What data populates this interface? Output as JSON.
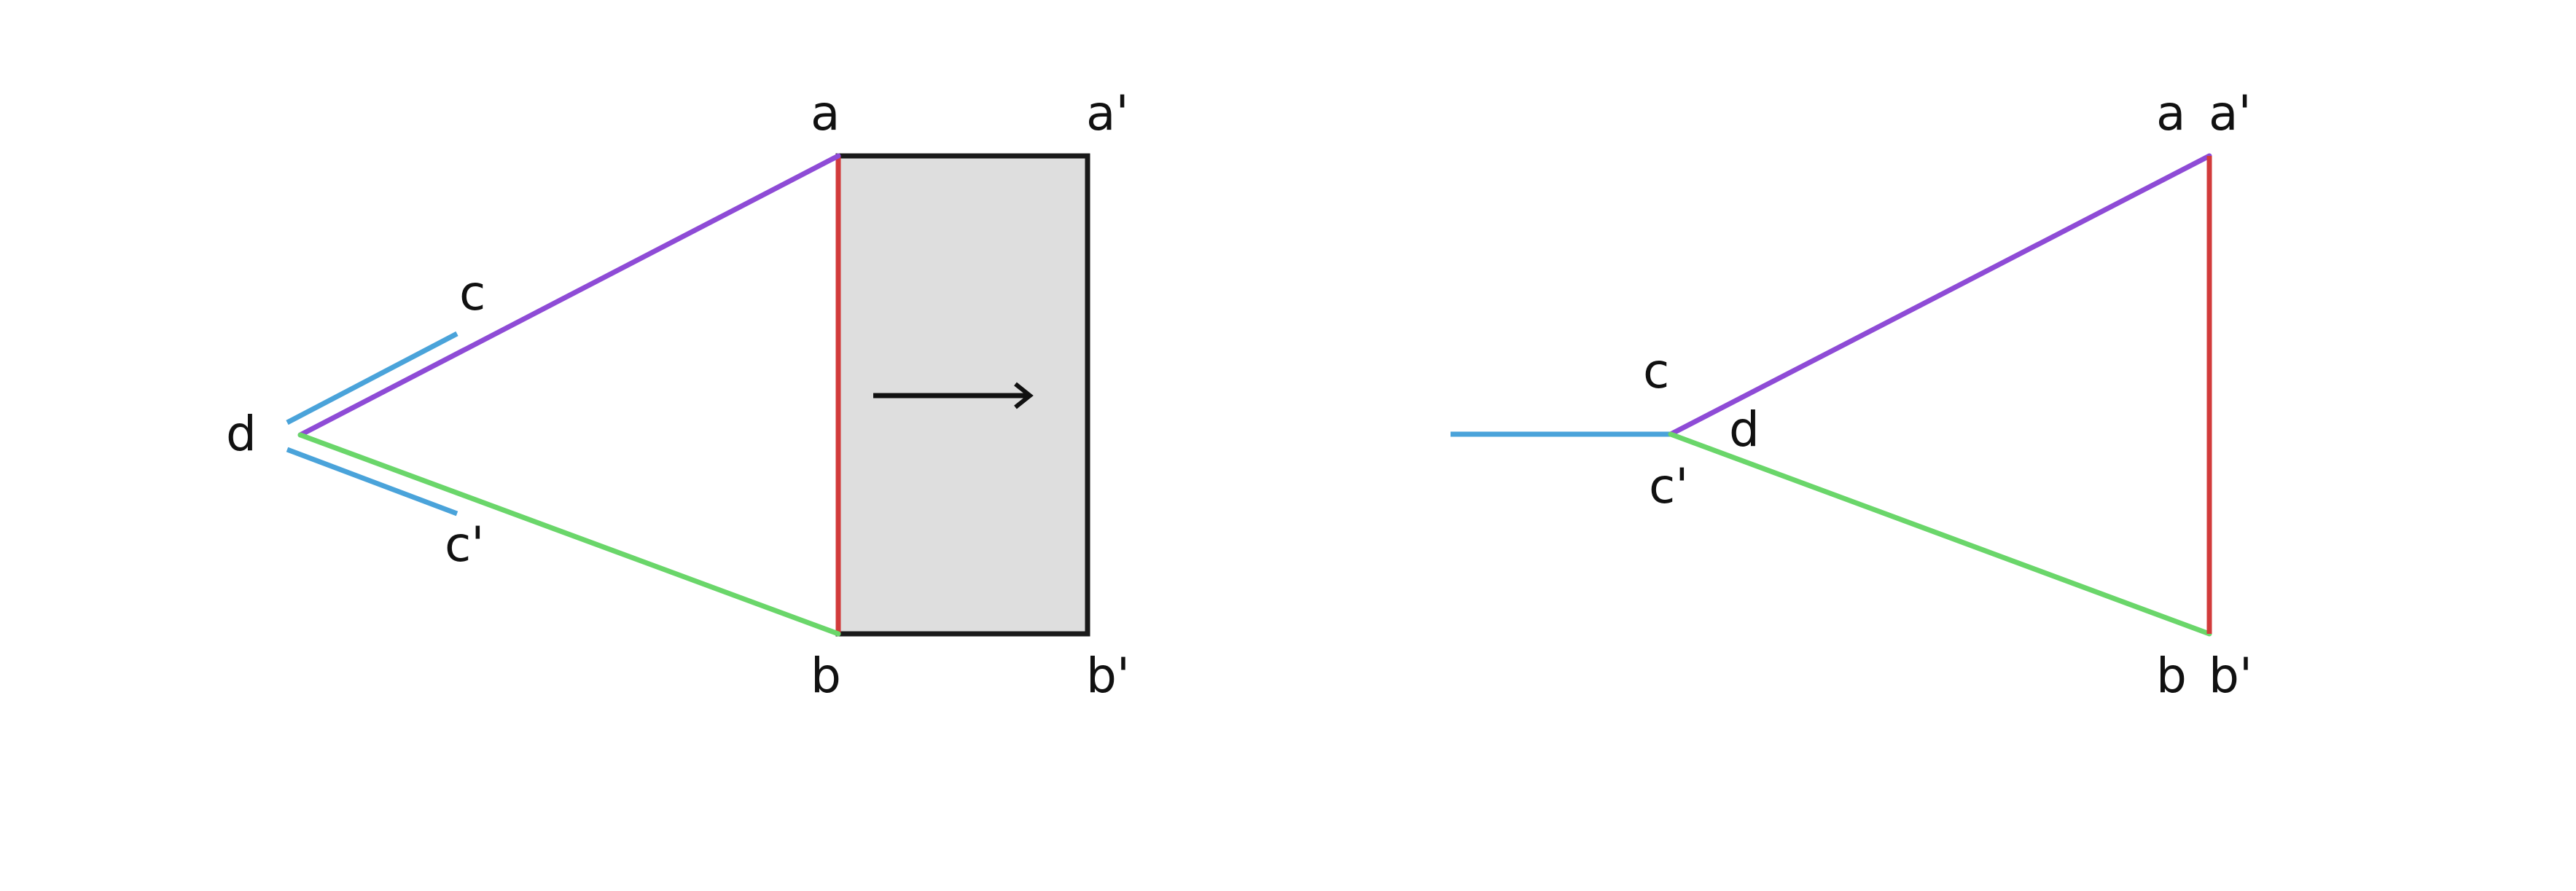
{
  "colors": {
    "background": "#ffffff",
    "purple": "#8e4bd6",
    "green": "#6ad66a",
    "blue": "#4aa3da",
    "red": "#d23b3b",
    "black": "#1a1a1a",
    "box_fill": "#dedede"
  },
  "left_figure": {
    "labels": {
      "a": "a",
      "a_prime": "a'",
      "b": "b",
      "b_prime": "b'",
      "c": "c",
      "c_prime": "c'",
      "d": "d"
    },
    "arrow_icon": "right-arrow"
  },
  "right_figure": {
    "labels": {
      "a": "a",
      "a_prime": "a'",
      "b": "b",
      "b_prime": "b'",
      "c": "c",
      "c_prime": "c'",
      "d": "d"
    }
  }
}
